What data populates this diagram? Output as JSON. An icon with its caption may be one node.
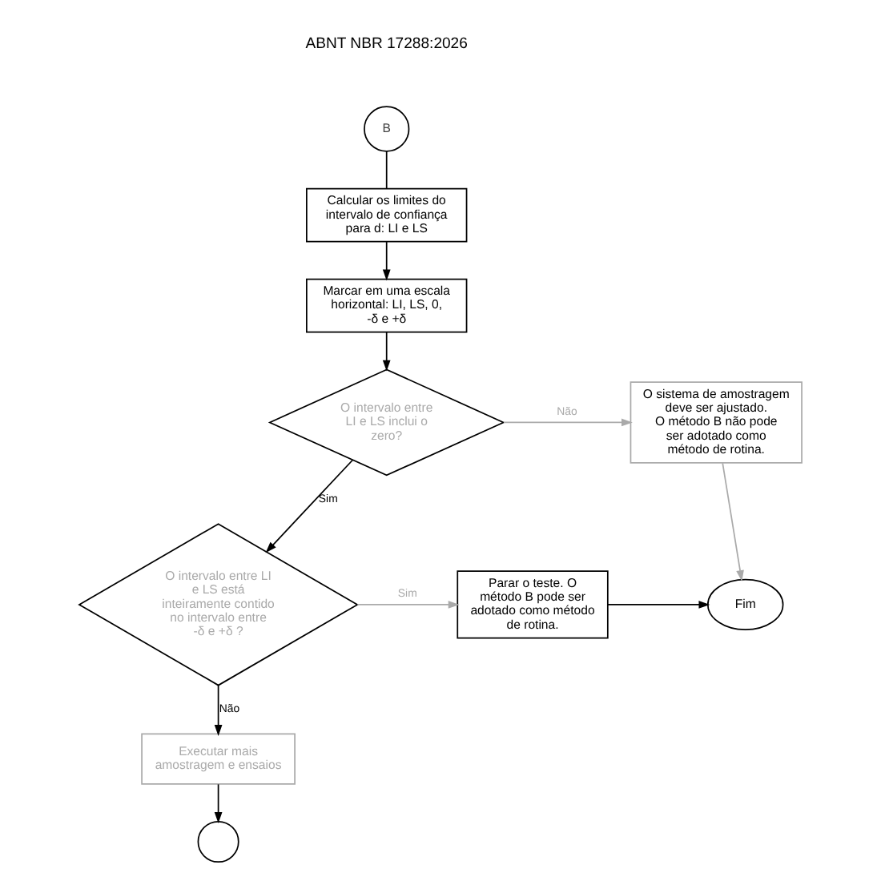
{
  "diagram": {
    "nodes": [
      {
        "text": [
          "B"
        ]
      },
      {
        "text": [
          "Calcular os limites do intervalo de confiança para d: LI e LS"
        ]
      },
      {
        "text": [
          "Marcar em uma escala horizontal: LI, LS, 0, -δ e +δ"
        ]
      },
      {
        "text": [
          "O intervalo entre LI e LS inclui o zero?"
        ]
      },
      {
        "text": [
          "O sistema de amostragem deve ser ajustado.",
          "O método B não pode ser adotado como método de rotina."
        ]
      },
      {
        "text": [
          "O intervalo entre LI e LS está inteiramente contido no intervalo entre -δ e +δ ?"
        ]
      },
      {
        "text": [
          "Parar o teste. O método B pode ser adotado como método de rotina."
        ]
      },
      {
        "text": [
          "Fim"
        ]
      },
      {
        "text": [
          "Executar mais amostragem e ensaios"
        ]
      },
      {
        "text": [],
        "shape": "circle"
      }
    ],
    "edges": [
      {
        "from": 0,
        "to": 1,
        "arrow": "none"
      },
      {
        "from": 1,
        "to": 2,
        "arrow": "to"
      },
      {
        "from": 2,
        "to": 3,
        "arrow": "to"
      },
      {
        "from": 3,
        "to": 4,
        "arrow": "to",
        "label": "Não",
        "color": "#aaaaaa"
      },
      {
        "from": 3,
        "to": 5,
        "arrow": "to",
        "label": "Sim"
      },
      {
        "from": 4,
        "to": 7,
        "arrow": "to",
        "color": "#aaaaaa"
      },
      {
        "from": 5,
        "to": 6,
        "arrow": "to",
        "label": "Sim",
        "color": "#aaaaaa"
      },
      {
        "from": 6,
        "to": 7,
        "arrow": "to"
      },
      {
        "from": 5,
        "to": 8,
        "arrow": "to",
        "label": "Não"
      },
      {
        "from": 8,
        "to": 9,
        "arrow": "to"
      }
    ],
    "labels": [
      "ABNT NBR 17288:2026"
    ]
  }
}
